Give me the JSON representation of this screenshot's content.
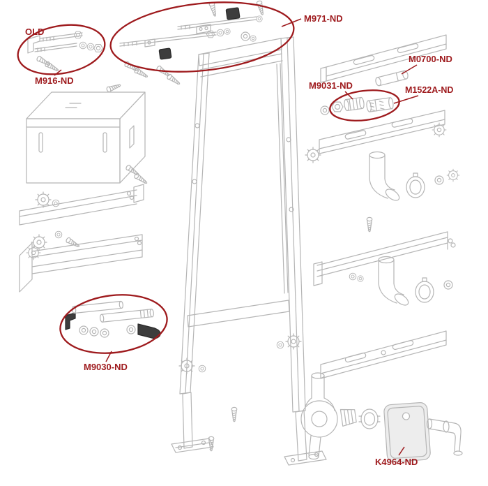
{
  "figure": {
    "kind": "exploded-assembly-diagram",
    "background": "#ffffff"
  },
  "colors": {
    "line_art": "#b5b5b5",
    "dark_part": "#3d3d3d",
    "annotation_red": "#9e1a1d",
    "plate_fill": "#ededed"
  },
  "annotations": {
    "old": {
      "text": "OLD"
    },
    "m916": {
      "text": "M916-ND"
    },
    "m971": {
      "text": "M971-ND"
    },
    "m0700": {
      "text": "M0700-ND"
    },
    "m9031": {
      "text": "M9031-ND"
    },
    "m1522a": {
      "text": "M1522A-ND"
    },
    "m9030": {
      "text": "M9030-ND"
    },
    "k4964": {
      "text": "K4964-ND"
    }
  }
}
